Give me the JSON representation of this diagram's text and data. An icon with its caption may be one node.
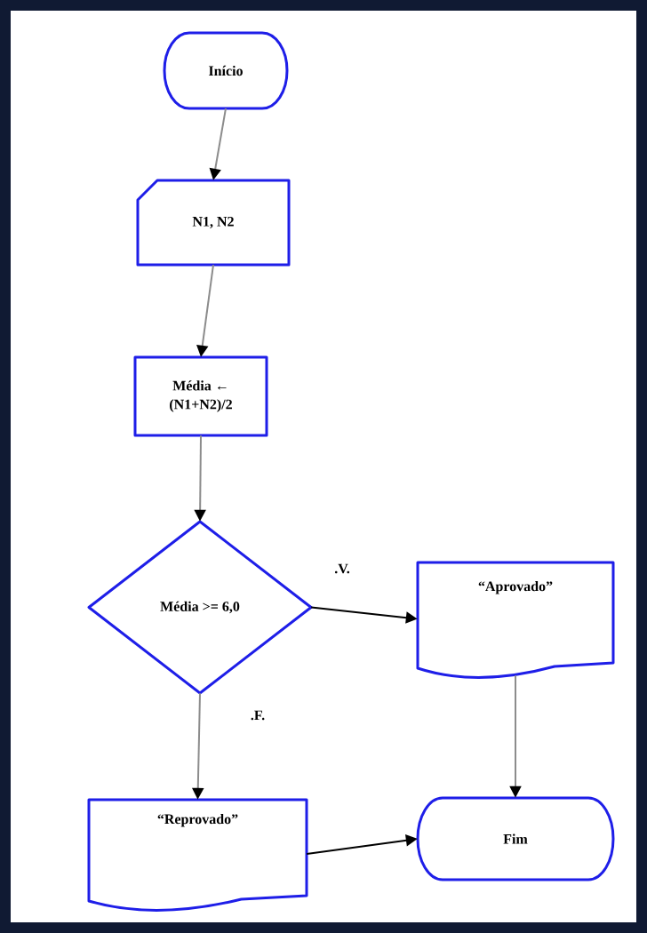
{
  "diagram": {
    "nodes": [
      {
        "text": [
          "Início"
        ]
      },
      {
        "text": [
          "N1, N2"
        ]
      },
      {
        "text": [
          "Média ← (N1+N2)/2"
        ]
      },
      {
        "text": [
          "Média >= 6,0"
        ]
      },
      {
        "text": [
          "“Aprovado”"
        ]
      },
      {
        "text": [
          "“Reprovado”"
        ]
      },
      {
        "text": [
          "Fim"
        ]
      }
    ],
    "edges": [
      {
        "from": 0,
        "to": 1,
        "arrow": "to"
      },
      {
        "from": 1,
        "to": 2,
        "arrow": "to"
      },
      {
        "from": 2,
        "to": 3,
        "arrow": "to"
      },
      {
        "from": 3,
        "to": 4,
        "arrow": "to",
        "label": ".V.",
        "color": "#000000"
      },
      {
        "from": 3,
        "to": 5,
        "arrow": "to",
        "label": ".F."
      },
      {
        "from": 4,
        "to": 6,
        "arrow": "to"
      },
      {
        "from": 5,
        "to": 6,
        "arrow": "to",
        "color": "#000000"
      }
    ]
  }
}
